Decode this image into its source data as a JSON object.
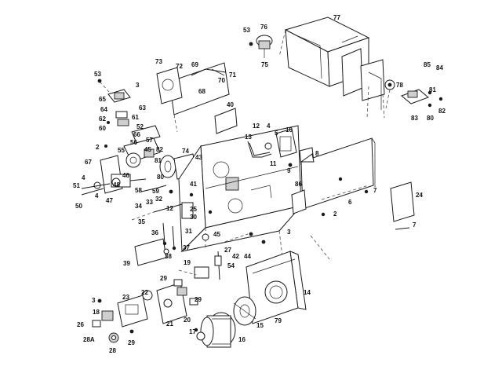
{
  "colors": {
    "ink": "#1a1a1a",
    "paper": "#ffffff"
  },
  "callouts": [
    {
      "id": "p77",
      "text": "77"
    },
    {
      "id": "p53a",
      "text": "53"
    },
    {
      "id": "p76",
      "text": "76"
    },
    {
      "id": "p75",
      "text": "75"
    },
    {
      "id": "p85",
      "text": "85"
    },
    {
      "id": "p84",
      "text": "84"
    },
    {
      "id": "p78",
      "text": "78"
    },
    {
      "id": "p81a",
      "text": "81"
    },
    {
      "id": "p83",
      "text": "83"
    },
    {
      "id": "p80a",
      "text": "80"
    },
    {
      "id": "p82a",
      "text": "82"
    },
    {
      "id": "p73",
      "text": "73"
    },
    {
      "id": "p72",
      "text": "72"
    },
    {
      "id": "p69",
      "text": "69"
    },
    {
      "id": "p70",
      "text": "70"
    },
    {
      "id": "p71",
      "text": "71"
    },
    {
      "id": "p68",
      "text": "68"
    },
    {
      "id": "p3a",
      "text": "3"
    },
    {
      "id": "p53b",
      "text": "53"
    },
    {
      "id": "p65",
      "text": "65"
    },
    {
      "id": "p64",
      "text": "64"
    },
    {
      "id": "p63",
      "text": "63"
    },
    {
      "id": "p62",
      "text": "62"
    },
    {
      "id": "p61",
      "text": "61"
    },
    {
      "id": "p52",
      "text": "52"
    },
    {
      "id": "p60",
      "text": "60"
    },
    {
      "id": "p66",
      "text": "66"
    },
    {
      "id": "p40",
      "text": "40"
    },
    {
      "id": "p12a",
      "text": "12"
    },
    {
      "id": "p4a",
      "text": "4"
    },
    {
      "id": "p5",
      "text": "5"
    },
    {
      "id": "p10",
      "text": "10"
    },
    {
      "id": "p13",
      "text": "13"
    },
    {
      "id": "p11",
      "text": "11"
    },
    {
      "id": "p8",
      "text": "8"
    },
    {
      "id": "p9",
      "text": "9"
    },
    {
      "id": "p2a",
      "text": "2"
    },
    {
      "id": "p57",
      "text": "57"
    },
    {
      "id": "p56",
      "text": "56"
    },
    {
      "id": "p55",
      "text": "55"
    },
    {
      "id": "p45a",
      "text": "45"
    },
    {
      "id": "p82b",
      "text": "82"
    },
    {
      "id": "p74",
      "text": "74"
    },
    {
      "id": "p81b",
      "text": "81"
    },
    {
      "id": "p43",
      "text": "43"
    },
    {
      "id": "p67",
      "text": "67"
    },
    {
      "id": "p80b",
      "text": "80"
    },
    {
      "id": "p4b",
      "text": "4"
    },
    {
      "id": "p48",
      "text": "48"
    },
    {
      "id": "p46",
      "text": "46"
    },
    {
      "id": "p58",
      "text": "58"
    },
    {
      "id": "p51",
      "text": "51"
    },
    {
      "id": "p4c",
      "text": "4"
    },
    {
      "id": "p47",
      "text": "47"
    },
    {
      "id": "p50",
      "text": "50"
    },
    {
      "id": "p59",
      "text": "59"
    },
    {
      "id": "p32",
      "text": "32"
    },
    {
      "id": "p33",
      "text": "33"
    },
    {
      "id": "p34",
      "text": "34"
    },
    {
      "id": "p12b",
      "text": "12"
    },
    {
      "id": "p25",
      "text": "25"
    },
    {
      "id": "p30",
      "text": "30"
    },
    {
      "id": "p41",
      "text": "41"
    },
    {
      "id": "p35",
      "text": "35"
    },
    {
      "id": "p86",
      "text": "86"
    },
    {
      "id": "p2b",
      "text": "2"
    },
    {
      "id": "p6",
      "text": "6"
    },
    {
      "id": "p7a",
      "text": "7"
    },
    {
      "id": "p24",
      "text": "24"
    },
    {
      "id": "p7b",
      "text": "7"
    },
    {
      "id": "p3b",
      "text": "3"
    },
    {
      "id": "p36",
      "text": "36"
    },
    {
      "id": "p31",
      "text": "31"
    },
    {
      "id": "p45b",
      "text": "45"
    },
    {
      "id": "p38",
      "text": "38"
    },
    {
      "id": "p37",
      "text": "37"
    },
    {
      "id": "p27",
      "text": "27"
    },
    {
      "id": "p42",
      "text": "42"
    },
    {
      "id": "p44",
      "text": "44"
    },
    {
      "id": "p39",
      "text": "39"
    },
    {
      "id": "p54",
      "text": "54"
    },
    {
      "id": "p19",
      "text": "19"
    },
    {
      "id": "p14",
      "text": "14"
    },
    {
      "id": "p29a",
      "text": "29"
    },
    {
      "id": "p29b",
      "text": "29"
    },
    {
      "id": "p3c",
      "text": "3"
    },
    {
      "id": "p23",
      "text": "23"
    },
    {
      "id": "p22",
      "text": "22"
    },
    {
      "id": "p18",
      "text": "18"
    },
    {
      "id": "p21",
      "text": "21"
    },
    {
      "id": "p20",
      "text": "20"
    },
    {
      "id": "p79",
      "text": "79"
    },
    {
      "id": "p15",
      "text": "15"
    },
    {
      "id": "p26",
      "text": "26"
    },
    {
      "id": "p29c",
      "text": "29"
    },
    {
      "id": "p28A",
      "text": "28A"
    },
    {
      "id": "p28",
      "text": "28"
    },
    {
      "id": "p17",
      "text": "17"
    },
    {
      "id": "p16",
      "text": "16"
    }
  ]
}
